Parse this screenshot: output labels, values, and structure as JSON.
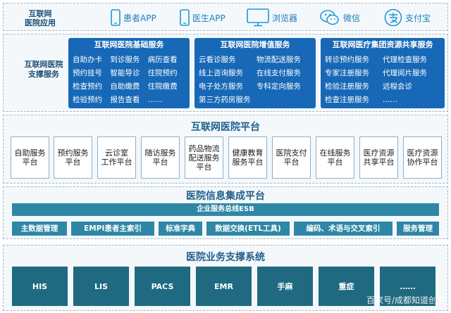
{
  "apps": {
    "title": "互联网\n医院应用",
    "items": [
      {
        "label": "患者APP",
        "icon": "mobile-phone-icon"
      },
      {
        "label": "医生APP",
        "icon": "mobile-phone-icon"
      },
      {
        "label": "浏览器",
        "icon": "desktop-monitor-icon"
      },
      {
        "label": "微信",
        "icon": "wechat-icon"
      },
      {
        "label": "支付宝",
        "icon": "alipay-icon"
      }
    ]
  },
  "support": {
    "title": "互联网医院\n支撑服务",
    "boxes": [
      {
        "title": "互联网医院基础服务",
        "items": [
          "自助办卡",
          "到诊服务",
          "病历查看",
          "预约挂号",
          "智能导诊",
          "住院预约",
          "检查预约",
          "自助缴费",
          "住院缴费",
          "检验预约",
          "报告查看",
          "……"
        ]
      },
      {
        "title": "互联网医院增值服务",
        "items": [
          "云看诊服务",
          "物流配送服务",
          "线上咨询服务",
          "在线支付服务",
          "电子处方服务",
          "专科定向服务",
          "第三方药房服务",
          ""
        ]
      },
      {
        "title": "互联网医疗集团资源共享服务",
        "items": [
          "转诊预约服务",
          "代理检查服务",
          "专家注册服务",
          "代理阅片服务",
          "检验注册服务",
          "远程会诊",
          "检查注册服务",
          "……"
        ]
      }
    ]
  },
  "platform": {
    "title": "互联网医院平台",
    "items": [
      "自助服务\n平台",
      "预约服务\n平台",
      "云诊室\n工作平台",
      "随访服务\n平台",
      "药品物流\n配送服务\n平台",
      "健康教育\n服务平台",
      "医院支付\n平台",
      "在线服务\n平台",
      "医疗资源\n共享平台",
      "医疗资源\n协作平台"
    ]
  },
  "integration": {
    "title": "医院信息集成平台",
    "esb": "企业服务总线ESB",
    "modules": [
      "主数据管理",
      "EMPI患者主索引",
      "标准字典",
      "数据交换(ETL工具)",
      "编码、术语与交叉索引",
      "服务管理"
    ]
  },
  "business": {
    "title": "医院业务支撑系统",
    "systems": [
      "HIS",
      "LIS",
      "PACS",
      "EMR",
      "手麻",
      "重症",
      "……"
    ]
  },
  "watermark": "百家号/成都知道创宇",
  "colors": {
    "service_blue": "#1768b6",
    "integration_teal": "#2f87a6",
    "system_teal": "#1f6a80"
  }
}
